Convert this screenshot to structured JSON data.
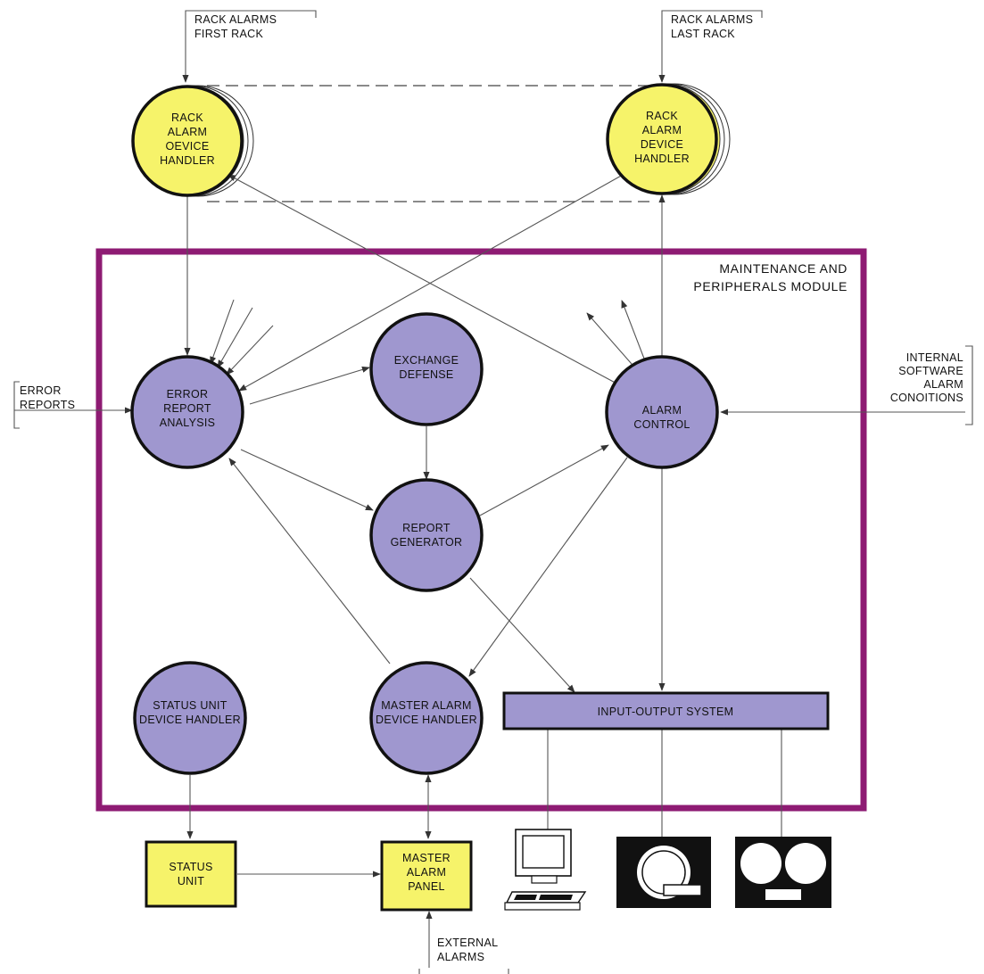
{
  "module": {
    "title_line1": "MAINTENANCE AND",
    "title_line2": "PERIPHERALS MODULE"
  },
  "external": {
    "rack_first": [
      "RACK ALARMS",
      "FIRST RACK"
    ],
    "rack_last": [
      "RACK ALARMS",
      "LAST RACK"
    ],
    "error_reports": [
      "ERROR",
      "REPORTS"
    ],
    "internal_software": [
      "INTERNAL",
      "SOFTWARE",
      "ALARM",
      "CONOITIONS"
    ],
    "external_alarms": [
      "EXTERNAL",
      "ALARMS"
    ]
  },
  "nodes": {
    "rack_handler_first": [
      "RACK",
      "ALARM",
      "OEVICE",
      "HANDLER"
    ],
    "rack_handler_last": [
      "RACK",
      "ALARM",
      "DEVICE",
      "HANDLER"
    ],
    "error_report_analysis": [
      "ERROR",
      "REPORT",
      "ANALYSIS"
    ],
    "exchange_defense": [
      "EXCHANGE",
      "DEFENSE"
    ],
    "alarm_control": [
      "ALARM",
      "CONTROL"
    ],
    "report_generator": [
      "REPORT",
      "GENERATOR"
    ],
    "status_unit_handler": [
      "STATUS UNIT",
      "DEVICE HANDLER"
    ],
    "master_alarm_handler": [
      "MASTER ALARM",
      "DEVICE HANDLER"
    ]
  },
  "boxes": {
    "input_output_system": "INPUT-OUTPUT SYSTEM",
    "status_unit": [
      "STATUS",
      "UNIT"
    ],
    "master_alarm_panel": [
      "MASTER",
      "ALARM",
      "PANEL"
    ]
  },
  "colors": {
    "module_border": "#8e1b73",
    "process_fill": "#9f97cf",
    "device_fill": "#f6f36a"
  },
  "icons": [
    "terminal-icon",
    "disk-drive-icon",
    "tape-drive-icon"
  ]
}
